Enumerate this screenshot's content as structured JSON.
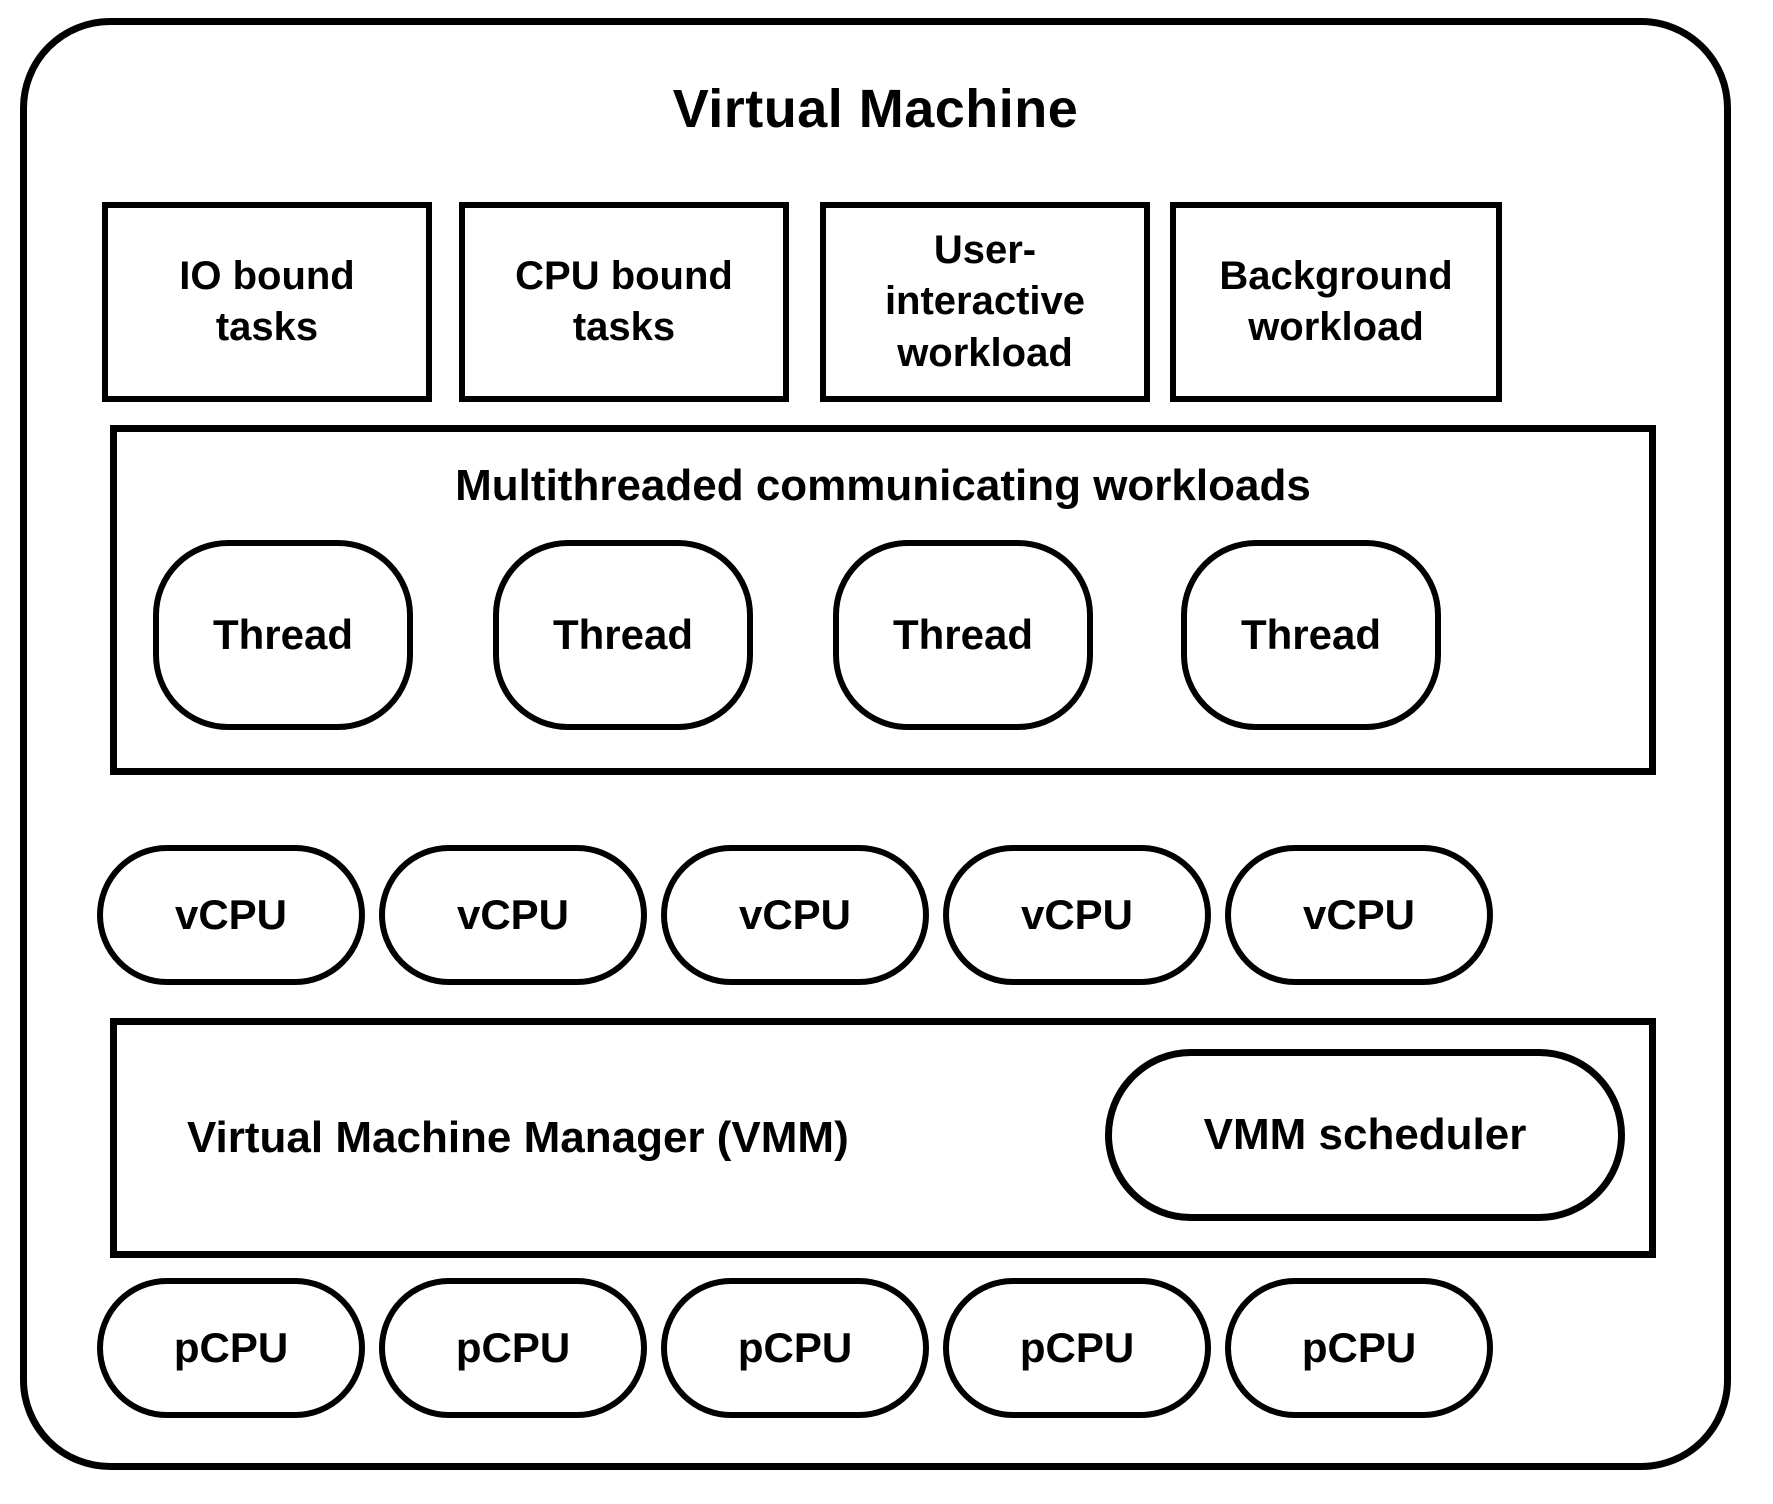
{
  "diagram": {
    "title": "Virtual Machine",
    "workload_boxes": [
      {
        "label": "IO bound\ntasks"
      },
      {
        "label": "CPU bound\ntasks"
      },
      {
        "label": "User-\ninteractive\nworkload"
      },
      {
        "label": "Background\nworkload"
      }
    ],
    "multithreaded": {
      "title": "Multithreaded communicating workloads",
      "threads": [
        {
          "label": "Thread"
        },
        {
          "label": "Thread"
        },
        {
          "label": "Thread"
        },
        {
          "label": "Thread"
        }
      ]
    },
    "vcpus": [
      {
        "label": "vCPU"
      },
      {
        "label": "vCPU"
      },
      {
        "label": "vCPU"
      },
      {
        "label": "vCPU"
      },
      {
        "label": "vCPU"
      }
    ],
    "vmm": {
      "label": "Virtual Machine Manager (VMM)",
      "scheduler_label": "VMM scheduler"
    },
    "pcpus": [
      {
        "label": "pCPU"
      },
      {
        "label": "pCPU"
      },
      {
        "label": "pCPU"
      },
      {
        "label": "pCPU"
      },
      {
        "label": "pCPU"
      }
    ],
    "colors": {
      "stroke": "#000000",
      "fill": "#ffffff",
      "text": "#000000"
    }
  }
}
